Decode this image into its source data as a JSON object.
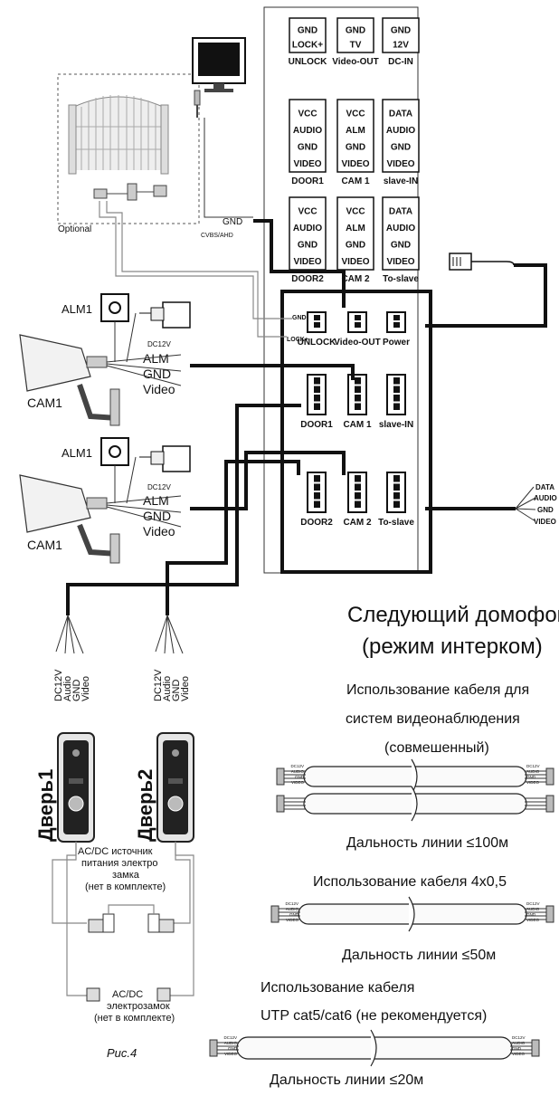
{
  "diagram": {
    "back_panel": {
      "terminal_blocks": [
        {
          "lines": [
            "GND",
            "LOCK+"
          ],
          "caption": "UNLOCK"
        },
        {
          "lines": [
            "GND",
            "TV"
          ],
          "caption": "Video-OUT"
        },
        {
          "lines": [
            "GND",
            "12V"
          ],
          "caption": "DC-IN"
        },
        {
          "lines": [
            "VCC",
            "AUDIO",
            "GND",
            "VIDEO"
          ],
          "caption": "DOOR1"
        },
        {
          "lines": [
            "VCC",
            "ALM",
            "GND",
            "VIDEO"
          ],
          "caption": "CAM 1"
        },
        {
          "lines": [
            "DATA",
            "AUDIO",
            "GND",
            "VIDEO"
          ],
          "caption": "slave-IN"
        },
        {
          "lines": [
            "VCC",
            "AUDIO",
            "GND",
            "VIDEO"
          ],
          "caption": "DOOR2"
        },
        {
          "lines": [
            "VCC",
            "ALM",
            "GND",
            "VIDEO"
          ],
          "caption": "CAM 2"
        },
        {
          "lines": [
            "DATA",
            "AUDIO",
            "GND",
            "VIDEO"
          ],
          "caption": "To-slave"
        }
      ]
    },
    "connector_panel": {
      "connectors": [
        "UNLOCK",
        "Video-OUT",
        "Power",
        "DOOR1",
        "CAM 1",
        "slave-IN",
        "DOOR2",
        "CAM 2",
        "To-slave"
      ],
      "pin_labels": [
        "GND",
        "LOCK+"
      ]
    },
    "optional_label": "Optional",
    "monitor_wire_labels": [
      "GND",
      "CVBS/AHD"
    ],
    "alarm_labels": [
      "ALM1",
      "ALM1"
    ],
    "camera_labels": [
      "CAM1",
      "CAM1"
    ],
    "camera_wires": [
      "DC12V",
      "ALM",
      "GND",
      "Video"
    ],
    "door_wires": [
      "DC12V",
      "Audio",
      "GND",
      "Video"
    ],
    "to_slave_wires": [
      "DATA",
      "AUDIO",
      "GND",
      "VIDEO"
    ],
    "doors": [
      "Дверь1",
      "Дверь2"
    ],
    "lock_power_label": [
      "AC/DC источник",
      "питания электро",
      "замка",
      "(нет в комплекте)"
    ],
    "lock_label": [
      "AC/DC",
      "электрозамок",
      "(нет в комплекте)"
    ],
    "figure_caption": "Рис.4",
    "intercom_title": [
      "Следующий домофон",
      "(режим интерком)"
    ],
    "cable_sections": [
      {
        "title": [
          "Использование кабеля для",
          "систем видеонаблюдения",
          "(совмешенный)"
        ],
        "distance": "Дальность линии ≤100м"
      },
      {
        "title": [
          "Использование кабеля 4x0,5"
        ],
        "distance": "Дальность линии ≤50м"
      },
      {
        "title": [
          "Использование кабеля",
          "UTP cat5/cat6 (не рекомендуется)"
        ],
        "distance": "Дальность линии ≤20м"
      }
    ],
    "plug_pin_labels": [
      "DC12V",
      "AUDIO",
      "GND",
      "VIDEO"
    ]
  }
}
